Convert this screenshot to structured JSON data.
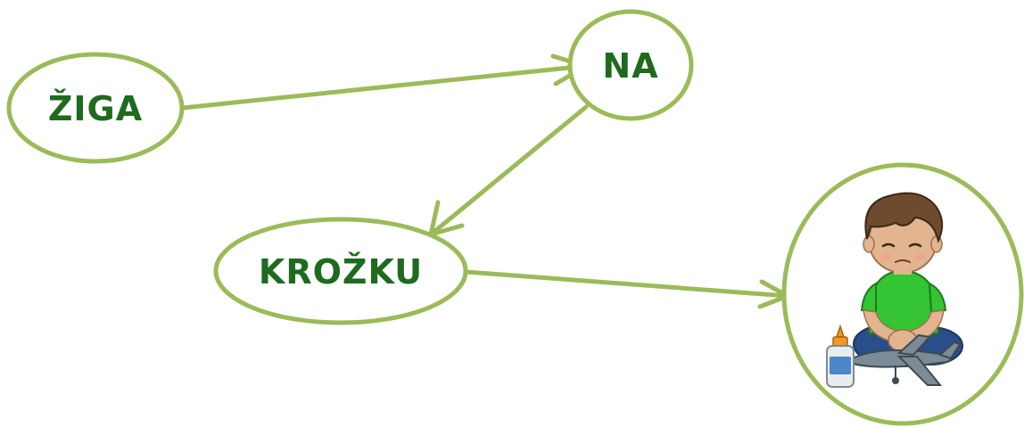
{
  "diagram": {
    "colors": {
      "stroke": "#9bbb59",
      "text": "#1e6b1e",
      "skin": "#e2b48f",
      "hair": "#6e4a2e",
      "shirt": "#34c434",
      "pants": "#2a4e8a",
      "glue_body": "#e8ecee",
      "glue_label": "#4a86c8",
      "glue_cap": "#f09a1e",
      "plane": "#7c8c96"
    },
    "nodes": [
      {
        "id": "ziga",
        "label": "ŽIGA"
      },
      {
        "id": "na",
        "label": "NA"
      },
      {
        "id": "krozku",
        "label": "KROŽKU"
      },
      {
        "id": "picture",
        "label": "",
        "icon": "boy-building-model-airplane-with-glue-icon"
      }
    ],
    "edges": [
      {
        "from": "ziga",
        "to": "na"
      },
      {
        "from": "na",
        "to": "krozku"
      },
      {
        "from": "krozku",
        "to": "picture"
      }
    ]
  }
}
